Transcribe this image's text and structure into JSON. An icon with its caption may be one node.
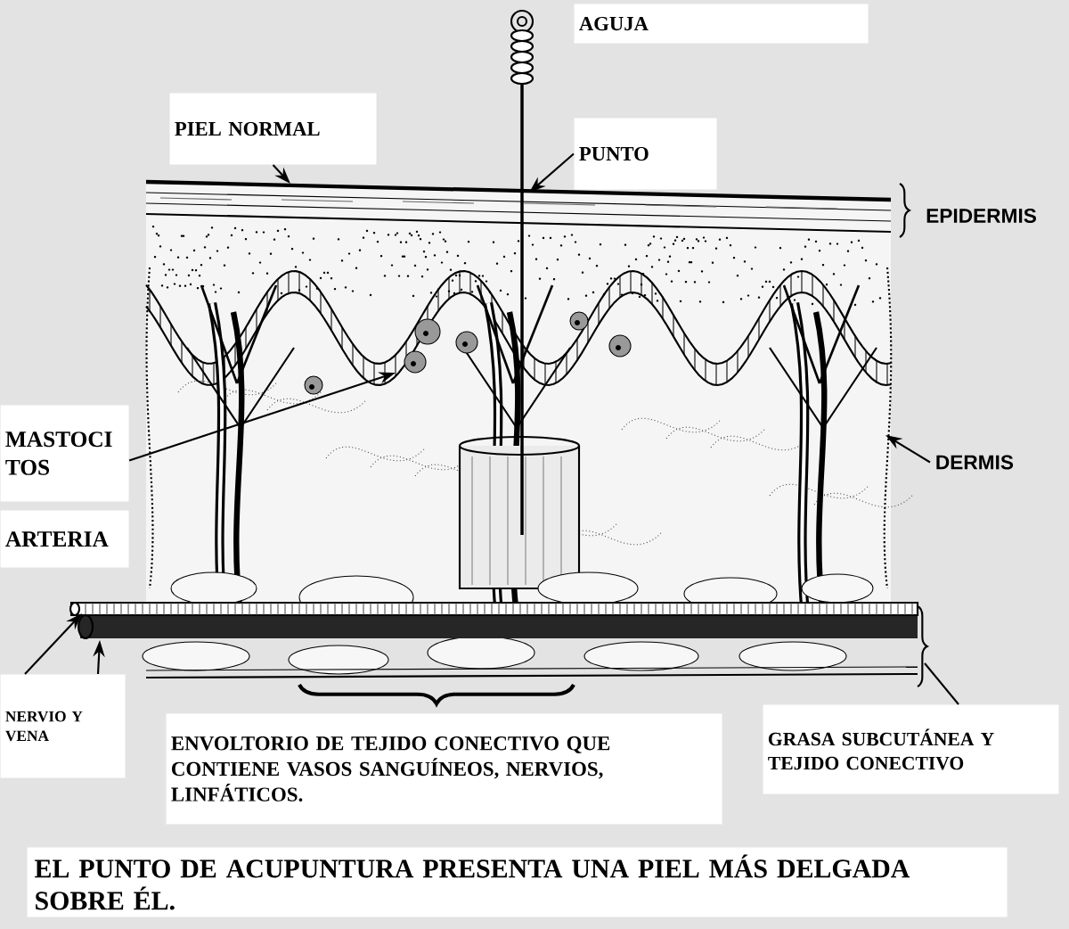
{
  "diagram": {
    "caption": "EL PUNTO DE ACUPUNTURA PRESENTA UNA PIEL MÁS DELGADA SOBRE ÉL.",
    "nodes": [
      {
        "text": [
          "AGUJA"
        ]
      },
      {
        "text": [
          "PIEL NORMAL"
        ]
      },
      {
        "text": [
          "PUNTO"
        ]
      },
      {
        "text": [
          "MASTOCI TOS"
        ]
      },
      {
        "text": [
          "DERMIS"
        ]
      },
      {
        "text": [
          "ARTERIA"
        ]
      },
      {
        "text": [
          "NERVIO Y VENA"
        ]
      },
      {
        "text": [
          "ENVOLTORIO DE TEJIDO CONECTIVO QUE CONTIENE VASOS SANGUÍNEOS, NERVIOS, LINFÁTICOS."
        ]
      },
      {
        "text": [
          "GRASA SUBCUTÁNEA Y TEJIDO CONECTIVO"
        ]
      }
    ],
    "edges": [
      {
        "from": 1,
        "to": null,
        "arrow": "to"
      },
      {
        "from": 2,
        "to": null,
        "arrow": "to"
      },
      {
        "from": 3,
        "to": null,
        "arrow": "to"
      },
      {
        "from": 4,
        "to": null,
        "arrow": "to"
      },
      {
        "from": 6,
        "to": null,
        "arrow": "to"
      },
      {
        "from": 6,
        "to": null,
        "arrow": "to"
      },
      {
        "from": 8,
        "to": null,
        "arrow": "none"
      }
    ],
    "labels": [
      "EPIDERMIS"
    ]
  }
}
